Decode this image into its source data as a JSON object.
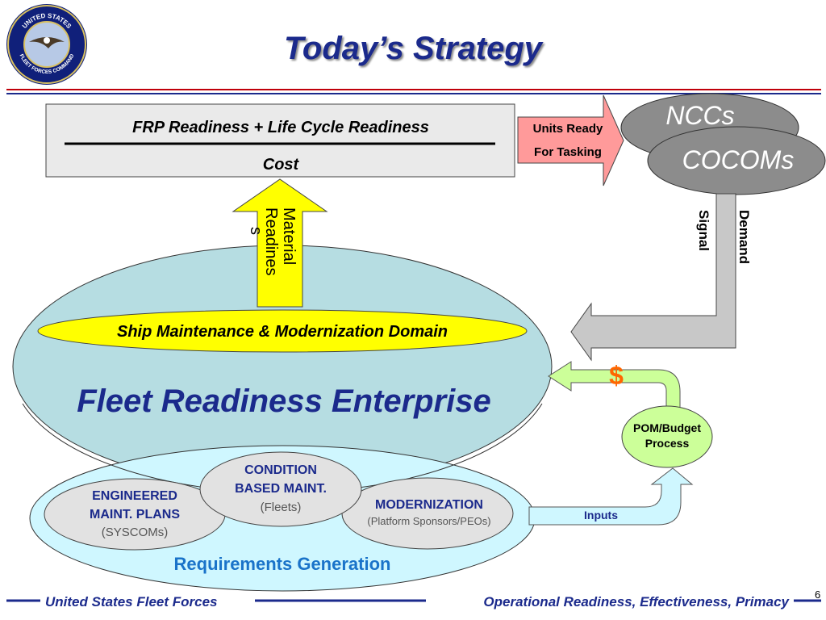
{
  "title": "Today’s Strategy",
  "seal": {
    "top_text": "UNITED STATES",
    "bottom_text": "FLEET FORCES COMMAND"
  },
  "ratio_box": {
    "numerator": "FRP Readiness + Life Cycle Readiness",
    "denominator": "Cost"
  },
  "units_arrow": {
    "line1": "Units Ready",
    "line2": "For Tasking"
  },
  "nccs": "NCCs",
  "cocoms": "COCOMs",
  "demand_signal": {
    "line1": "Demand",
    "line2": "Signal"
  },
  "material_readiness": {
    "line1": "Material",
    "line2": "Readines",
    "line3": "s"
  },
  "domain": "Ship Maintenance & Modernization Domain",
  "enterprise": "Fleet Readiness Enterprise",
  "dollar": "$",
  "pom": {
    "line1": "POM/Budget",
    "line2": "Process"
  },
  "inputs": "Inputs",
  "engineered": {
    "line1": "ENGINEERED",
    "line2": "MAINT. PLANS",
    "line3": "(SYSCOMs)"
  },
  "condition": {
    "line1": "CONDITION",
    "line2": "BASED MAINT.",
    "line3": "(Fleets)"
  },
  "modernization": {
    "line1": "MODERNIZATION",
    "line2": "(Platform Sponsors/PEOs)"
  },
  "requirements": "Requirements Generation",
  "footer": {
    "left": "United States Fleet Forces",
    "right": "Operational Readiness, Effectiveness, Primacy",
    "page_number": "6"
  },
  "colors": {
    "title_blue": "#1b2a8c",
    "header_red": "#c0000a",
    "arrow_pink": "#ff9a9a",
    "ellipse_teal": "#b6dde2",
    "ellipse_light": "#cff7ff",
    "domain_yellow": "#ffff00",
    "light_green": "#ccff99",
    "oval_gray": "#8c8c8c"
  }
}
